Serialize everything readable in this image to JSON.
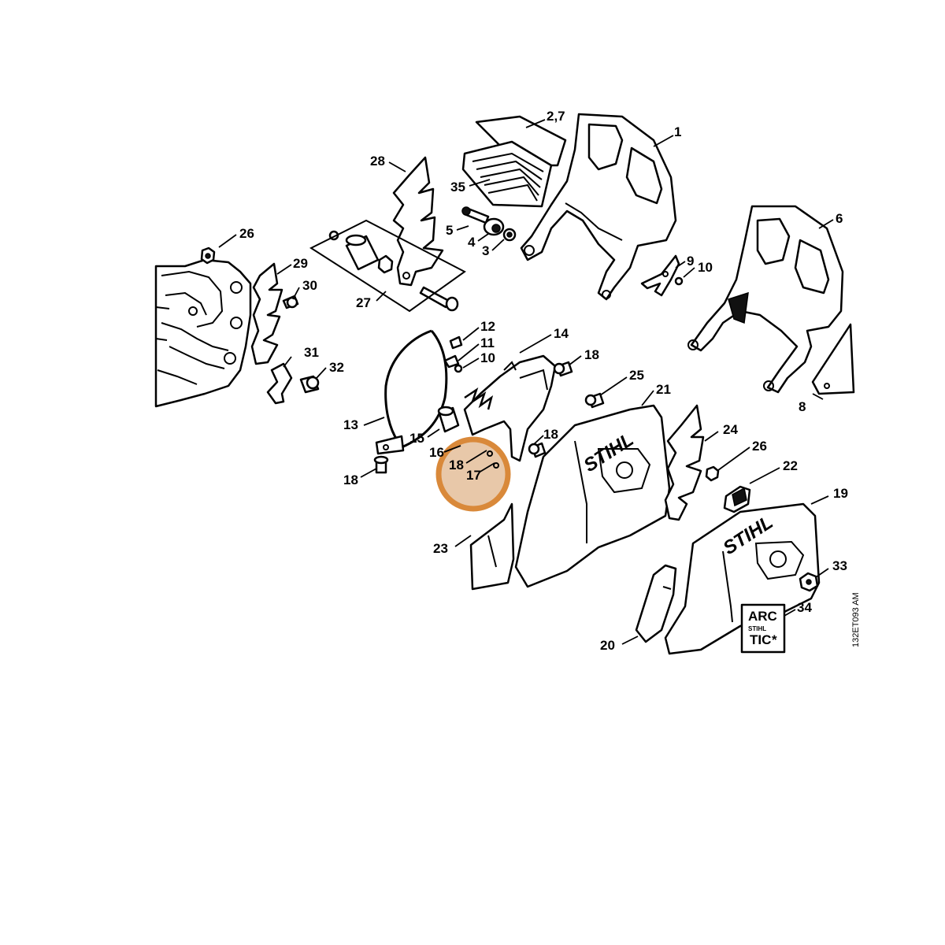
{
  "diagram": {
    "drawing_code": "132ET093 AM",
    "brand_text": "STIHL",
    "decal_text": [
      "ARC",
      "TIC"
    ],
    "decal_small": "STIHL",
    "highlight_color": "#d9893a",
    "highlighted_parts": [
      "18",
      "17"
    ],
    "parts": [
      {
        "id": "p1",
        "label": "1"
      },
      {
        "id": "p27b",
        "label": "2,7"
      },
      {
        "id": "p35",
        "label": "35"
      },
      {
        "id": "p28",
        "label": "28"
      },
      {
        "id": "p5",
        "label": "5"
      },
      {
        "id": "p4",
        "label": "4"
      },
      {
        "id": "p3",
        "label": "3"
      },
      {
        "id": "p26a",
        "label": "26"
      },
      {
        "id": "p29",
        "label": "29"
      },
      {
        "id": "p30",
        "label": "30"
      },
      {
        "id": "p27",
        "label": "27"
      },
      {
        "id": "p9",
        "label": "9"
      },
      {
        "id": "p10a",
        "label": "10"
      },
      {
        "id": "p6",
        "label": "6"
      },
      {
        "id": "p12",
        "label": "12"
      },
      {
        "id": "p11",
        "label": "11"
      },
      {
        "id": "p10b",
        "label": "10"
      },
      {
        "id": "p14",
        "label": "14"
      },
      {
        "id": "p18a",
        "label": "18"
      },
      {
        "id": "p31",
        "label": "31"
      },
      {
        "id": "p32",
        "label": "32"
      },
      {
        "id": "p25",
        "label": "25"
      },
      {
        "id": "p21",
        "label": "21"
      },
      {
        "id": "p8",
        "label": "8"
      },
      {
        "id": "p13",
        "label": "13"
      },
      {
        "id": "p15",
        "label": "15"
      },
      {
        "id": "p18b",
        "label": "18"
      },
      {
        "id": "p24",
        "label": "24"
      },
      {
        "id": "p16",
        "label": "16"
      },
      {
        "id": "p18c",
        "label": "18"
      },
      {
        "id": "p17",
        "label": "17"
      },
      {
        "id": "p26b",
        "label": "26"
      },
      {
        "id": "p22",
        "label": "22"
      },
      {
        "id": "p18d",
        "label": "18"
      },
      {
        "id": "p19",
        "label": "19"
      },
      {
        "id": "p23",
        "label": "23"
      },
      {
        "id": "p33",
        "label": "33"
      },
      {
        "id": "p34",
        "label": "34"
      },
      {
        "id": "p20",
        "label": "20"
      }
    ]
  }
}
